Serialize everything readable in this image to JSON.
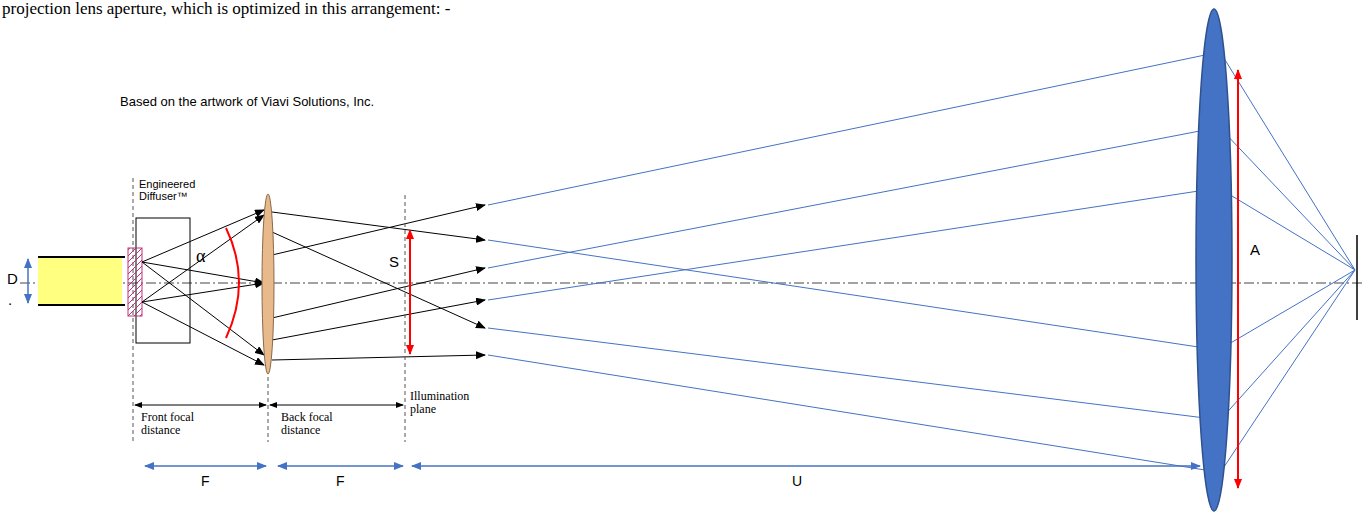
{
  "diagram": {
    "labels": [
      "projection lens aperture, which is optimized in this arrangement: -",
      "Based on the artwork of Viavi Solutions, Inc.",
      "Engineered Diffuser™",
      "α",
      "S",
      "A",
      "D",
      ".",
      "Front focal distance",
      "Back focal distance",
      "Illumination plane",
      "F",
      "F",
      "U"
    ]
  }
}
